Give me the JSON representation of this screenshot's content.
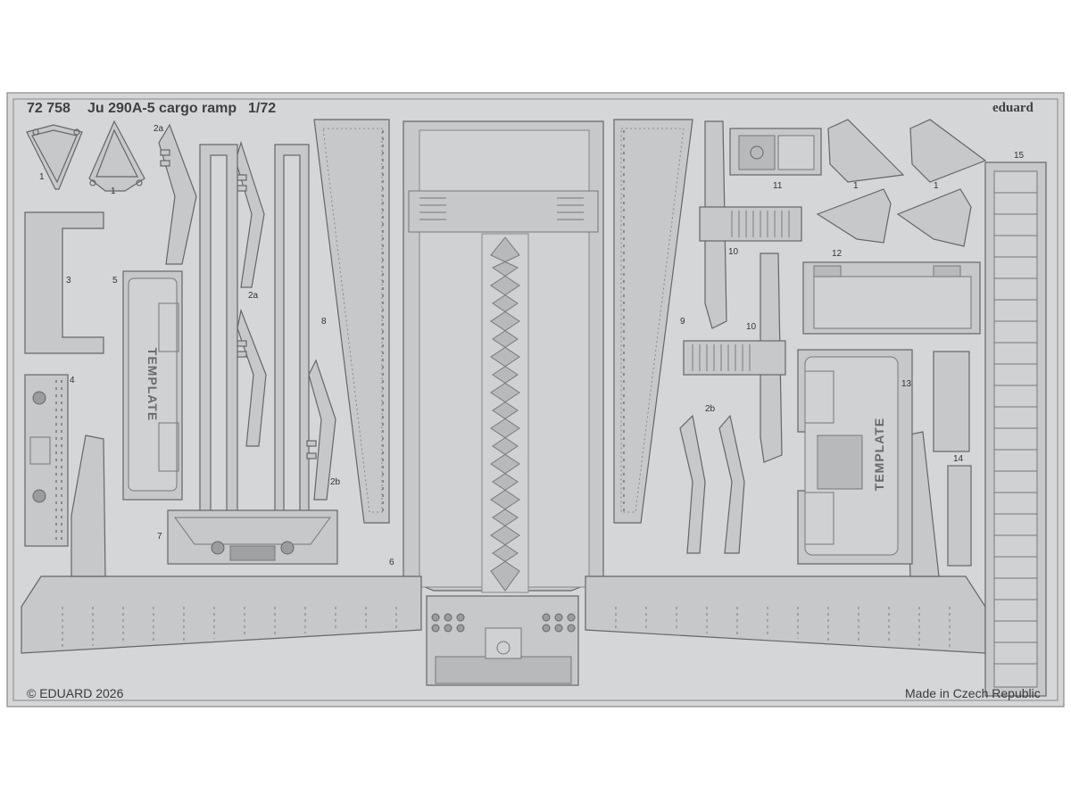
{
  "header": {
    "code": "72 758",
    "title": "Ju 290A-5 cargo ramp",
    "scale": "1/72",
    "brand": "eduard"
  },
  "footer": {
    "copyright": "© EDUARD 2026",
    "origin": "Made in Czech Republic"
  },
  "template_label": "TEMPLATE",
  "part_numbers": {
    "p1": "1",
    "p2a": "2a",
    "p2b": "2b",
    "p3": "3",
    "p4": "4",
    "p5": "5",
    "p6": "6",
    "p7": "7",
    "p8": "8",
    "p9": "9",
    "p10": "10",
    "p11": "11",
    "p12": "12",
    "p13": "13",
    "p14": "14",
    "p15": "15"
  },
  "colors": {
    "fret": "#d4d6d8",
    "outline": "#6e6e6e",
    "part_fill": "#c6c8ca",
    "detail": "#8a8a8a",
    "background": "#ffffff"
  }
}
